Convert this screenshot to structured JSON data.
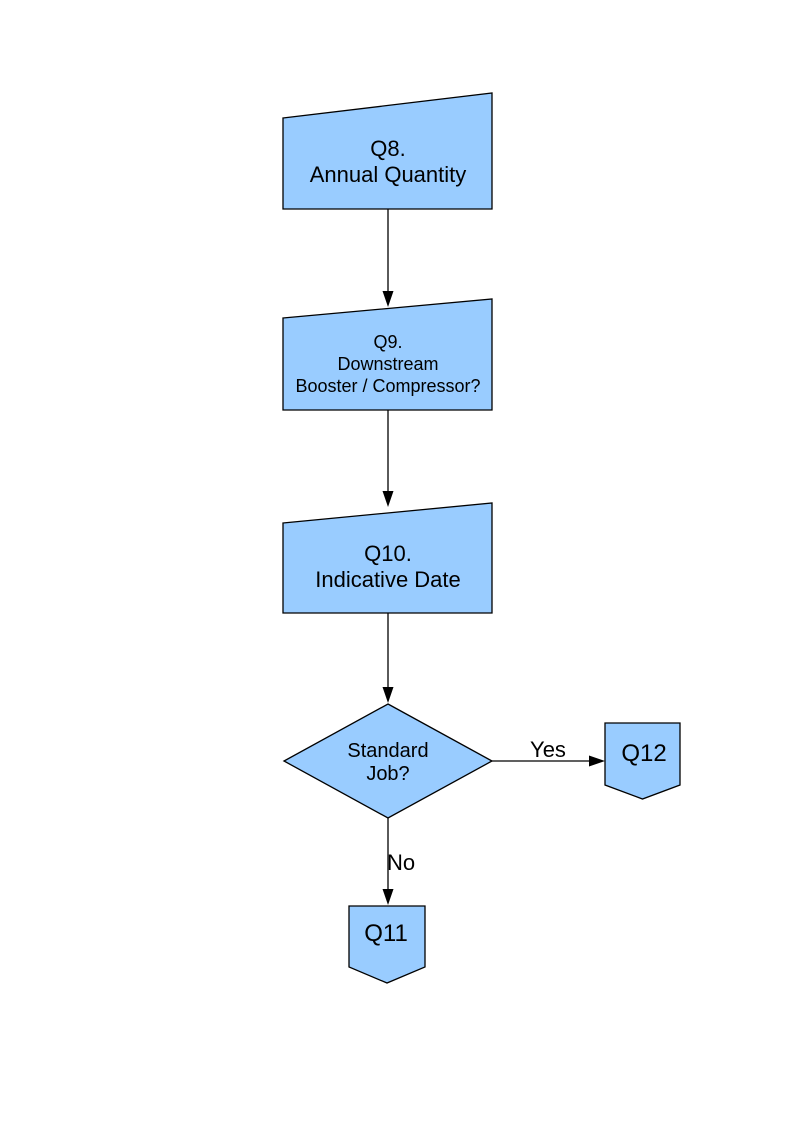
{
  "page": {
    "background": "#ffffff"
  },
  "colors": {
    "node_fill": "#99ccff",
    "node_stroke": "#000000",
    "connector": "#000000",
    "text": "#000000"
  },
  "nodes": {
    "q8": {
      "shape": "manual-input",
      "lines": [
        "Q8.",
        "Annual Quantity"
      ]
    },
    "q9": {
      "shape": "manual-input",
      "lines": [
        "Q9.",
        "Downstream",
        "Booster / Compressor?"
      ]
    },
    "q10": {
      "shape": "manual-input",
      "lines": [
        "Q10.",
        "Indicative Date"
      ]
    },
    "decision": {
      "shape": "diamond",
      "lines": [
        "Standard",
        "Job?"
      ]
    },
    "q12": {
      "shape": "off-page-connector",
      "label": "Q12"
    },
    "q11": {
      "shape": "off-page-connector",
      "label": "Q11"
    }
  },
  "edges": [
    {
      "from": "q8",
      "to": "q9",
      "label": ""
    },
    {
      "from": "q9",
      "to": "q10",
      "label": ""
    },
    {
      "from": "q10",
      "to": "decision",
      "label": ""
    },
    {
      "from": "decision",
      "to": "q12",
      "label": "Yes"
    },
    {
      "from": "decision",
      "to": "q11",
      "label": "No"
    }
  ]
}
